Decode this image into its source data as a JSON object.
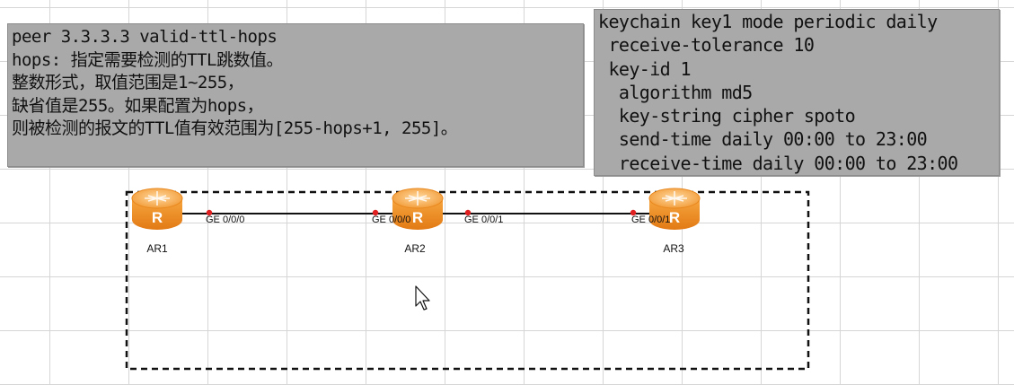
{
  "help_panel": {
    "lines": [
      "peer 3.3.3.3 valid-ttl-hops",
      "hops: 指定需要检测的TTL跳数值。",
      "整数形式，取值范围是1~255，",
      "缺省值是255。如果配置为hops，",
      "则被检测的报文的TTL值有效范围为[255-hops+1, 255]。"
    ]
  },
  "config_panel": {
    "lines": [
      "keychain key1 mode periodic daily",
      " receive-tolerance 10",
      " key-id 1",
      "  algorithm md5",
      "  key-string cipher spoto",
      "  send-time daily 00:00 to 23:00",
      "  receive-time daily 00:00 to 23:00"
    ]
  },
  "topology": {
    "routers": [
      {
        "name": "AR1",
        "icon_letter": "R"
      },
      {
        "name": "AR2",
        "icon_letter": "R"
      },
      {
        "name": "AR3",
        "icon_letter": "R"
      }
    ],
    "ports": [
      {
        "label": "GE 0/0/0",
        "router": "AR1"
      },
      {
        "label": "GE 0/0/0",
        "router": "AR2"
      },
      {
        "label": "GE 0/0/1",
        "router": "AR2"
      },
      {
        "label": "GE 0/0/1",
        "router": "AR3"
      }
    ],
    "link_color": "#111111",
    "port_dot_color": "#e02020",
    "router_color": "#f0902a"
  },
  "colors": {
    "panel_background": "#a9a9a9",
    "grid_line": "#d6d6d6"
  },
  "icons": [
    "router-icon",
    "mouse-cursor-icon"
  ]
}
